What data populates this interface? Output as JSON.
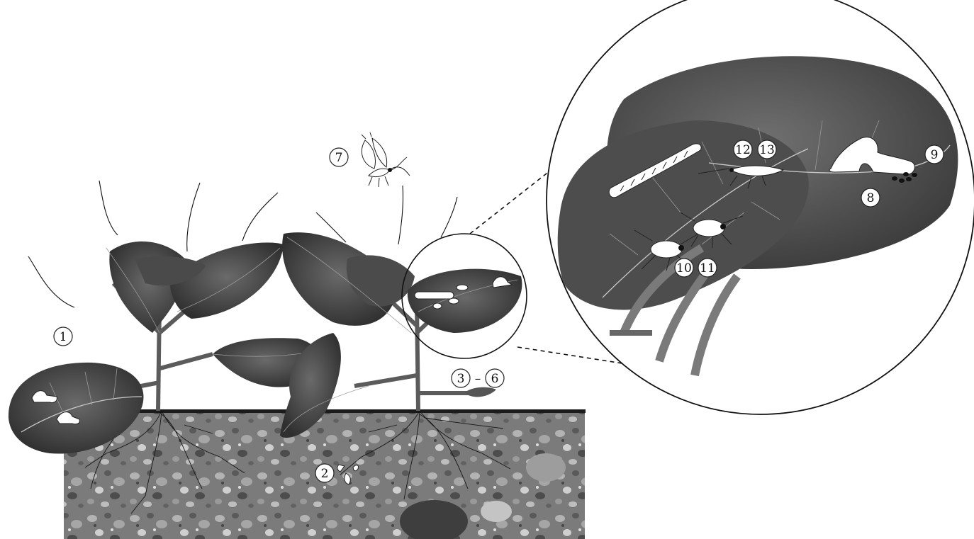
{
  "labels": {
    "l1": "1",
    "l2": "2",
    "l3_6_start": "3",
    "l3_6_dash": "–",
    "l3_6_end": "6",
    "l7": "7",
    "l8": "8",
    "l9": "9",
    "l10": "10",
    "l11": "11",
    "l12": "12",
    "l13": "13"
  },
  "colors": {
    "leaf_dark": "#3e3e3e",
    "leaf_mid": "#555555",
    "soil": "#7d7d7d",
    "insect_fill": "#ffffff",
    "line": "#111111"
  },
  "icons": [
    "parasitoid-wasp-icon",
    "caterpillar-icon",
    "aphid-icon",
    "whitefly-icon",
    "root-larva-icon",
    "egg-cluster-icon"
  ]
}
